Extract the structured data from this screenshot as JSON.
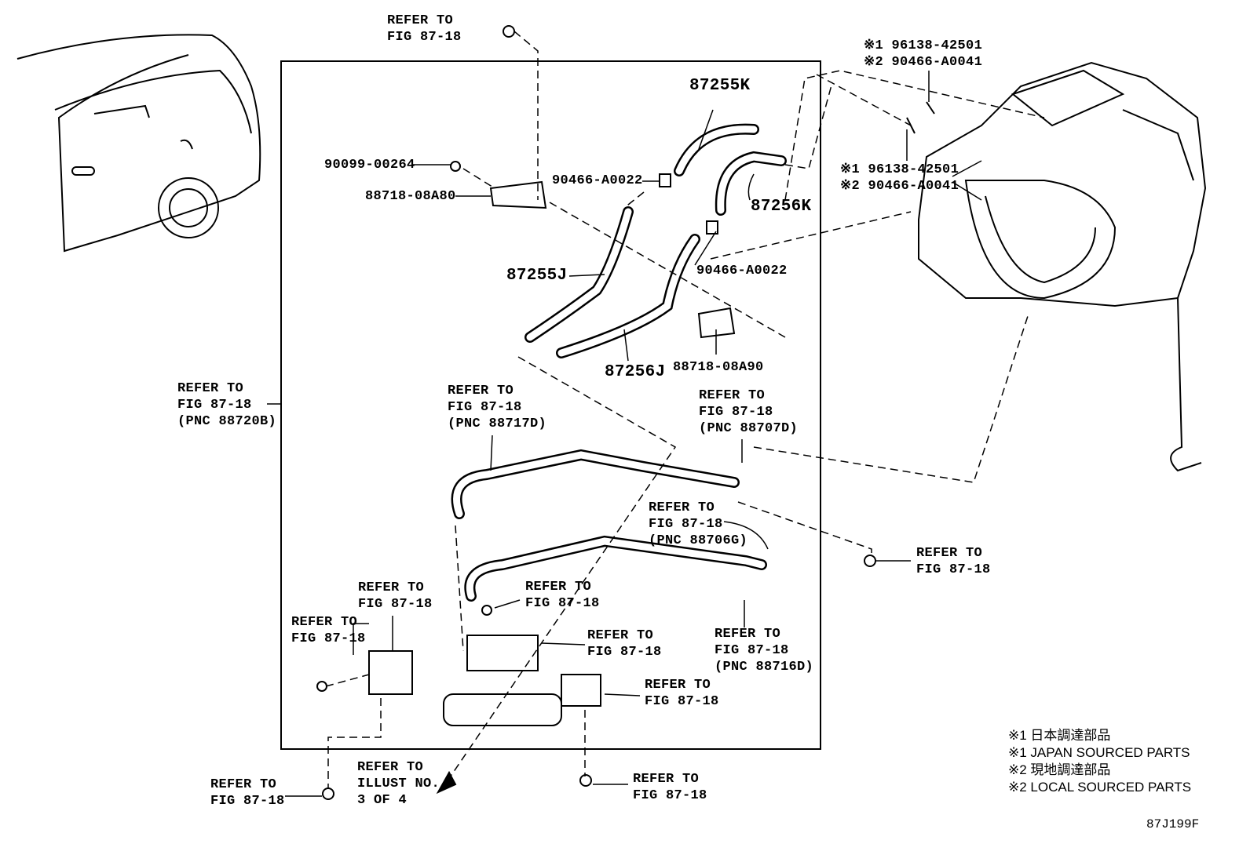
{
  "refer": {
    "line1": "REFER TO",
    "line2": "FIG 87-18"
  },
  "parts": {
    "p87255K": "87255K",
    "p87256K": "87256K",
    "p87255J": "87255J",
    "p87256J": "87256J",
    "p90099": "90099-00264",
    "p88718_A80": "88718-08A80",
    "p88718_A90": "88718-08A90",
    "p90466_a": "90466-A0022",
    "p90466_b": "90466-A0022"
  },
  "pnc": {
    "a": "(PNC 88720B)",
    "b": "(PNC 88717D)",
    "c": "(PNC 88707D)",
    "d": "(PNC 88706G)",
    "e": "(PNC 88716D)"
  },
  "illust": {
    "line1": "REFER TO",
    "line2": "ILLUST NO.",
    "line3": "3 OF 4"
  },
  "sourced": {
    "top_1": "※1 96138-42501",
    "top_2": "※2 90466-A0041",
    "mid_1": "※1 96138-42501",
    "mid_2": "※2 90466-A0041"
  },
  "legend": {
    "l1": "※1 日本調達部品",
    "l2": "※1 JAPAN SOURCED PARTS",
    "l3": "※2 現地調達部品",
    "l4": "※2 LOCAL SOURCED PARTS"
  },
  "figure_code": "87J199F"
}
